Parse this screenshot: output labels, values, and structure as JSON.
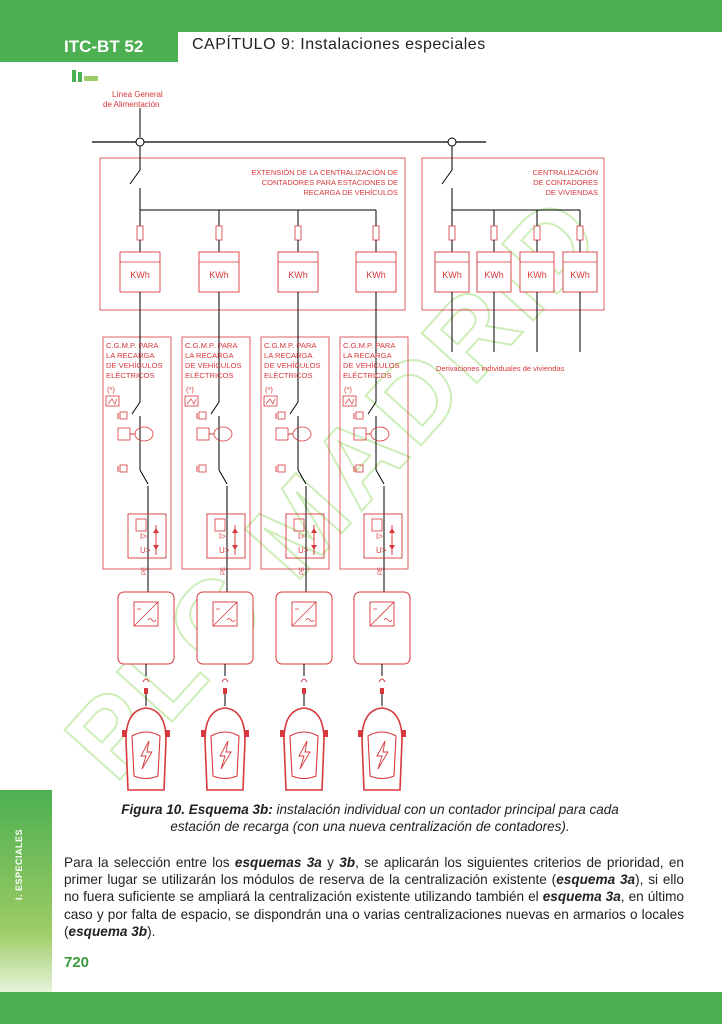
{
  "header": {
    "code": "ITC-BT 52",
    "chapter": "CAPÍTULO 9: Instalaciones especiales"
  },
  "side_tab": "I. ESPECIALES",
  "diagram": {
    "feed_label_line1": "Línea General",
    "feed_label_line2": "de Alimentación",
    "ext_label_line1": "EXTENSIÓN DE LA CENTRALIZACIÓN DE",
    "ext_label_line2": "CONTADORES PARA ESTACIONES DE",
    "ext_label_line3": "RECARGA DE VEHÍCULOS",
    "cent_label_line1": "CENTRALIZACIÓN",
    "cent_label_line2": "DE CONTADORES",
    "cent_label_line3": "DE VIVIENDAS",
    "meter_label": "KWh",
    "cgmp_line1": "C.G.M.P. PARA",
    "cgmp_line2": "LA RECARGA",
    "cgmp_line3": "DE VEHÍCULOS",
    "cgmp_line4": "ELÉCTRICOS",
    "cgmp_note": "(*)",
    "overcurrent": "I>",
    "overvoltage": "U>",
    "pe": "PE",
    "derivations": "Derivaciones individuales de viviendas"
  },
  "watermark": "PLC MADRID",
  "figure_caption": {
    "bold": "Figura 10. Esquema 3b:",
    "rest": " instalación individual con un contador principal para cada",
    "line2": "estación de recarga (con una nueva centralización de contadores)."
  },
  "body_text": {
    "p1": "Para la selección entre los ",
    "b1": "esquemas 3a",
    "p2": " y ",
    "b2": "3b",
    "p3": ", se aplicarán los siguientes criterios de prioridad, en primer lugar se utilizarán los módulos de reserva de la centralización existente (",
    "b3": "esquema 3a",
    "p4": "), si ello no fuera suficiente se ampliará la centralización existente utilizando también el ",
    "b4": "esquema 3a",
    "p5": ", en último caso y por falta de espacio, se dispondrán una o varias centralizaciones nuevas en armarios o locales (",
    "b5": "esquema 3b",
    "p6": ")."
  },
  "page_number": "720",
  "colors": {
    "green": "#4caf50",
    "red": "#d7383b"
  }
}
